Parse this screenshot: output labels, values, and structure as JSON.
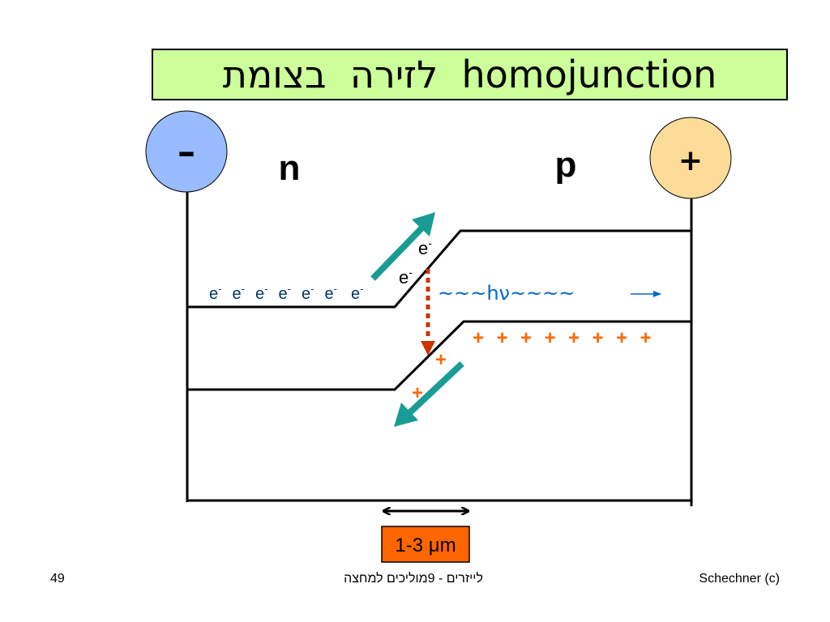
{
  "slide": {
    "title": "לזירה  בצומת  homojunction",
    "slide_number": "49",
    "course": "לייזרים - 9מוליכים למחצה",
    "copyright": "Schechner (c)"
  },
  "diagram": {
    "negative_terminal": "–",
    "positive_terminal": "+",
    "n_label": "n",
    "p_label": "p",
    "electron_label": "e",
    "electron_sup": "-",
    "electron_row_count": 7,
    "photon_label": "~~~hν~~~~",
    "hole_label": "+",
    "hole_row_count": 8,
    "width_label": "1-3 μm",
    "colors": {
      "negative_terminal_fill": "#99bbff",
      "positive_terminal_fill": "#fddc99",
      "arrow_teal": "#1a9c96",
      "hole_orange": "#ff6600",
      "photon_blue": "#0066cc",
      "recombination_arrow": "#cc3300",
      "width_box_fill": "#ff6600",
      "title_fill": "#ccff99"
    }
  }
}
